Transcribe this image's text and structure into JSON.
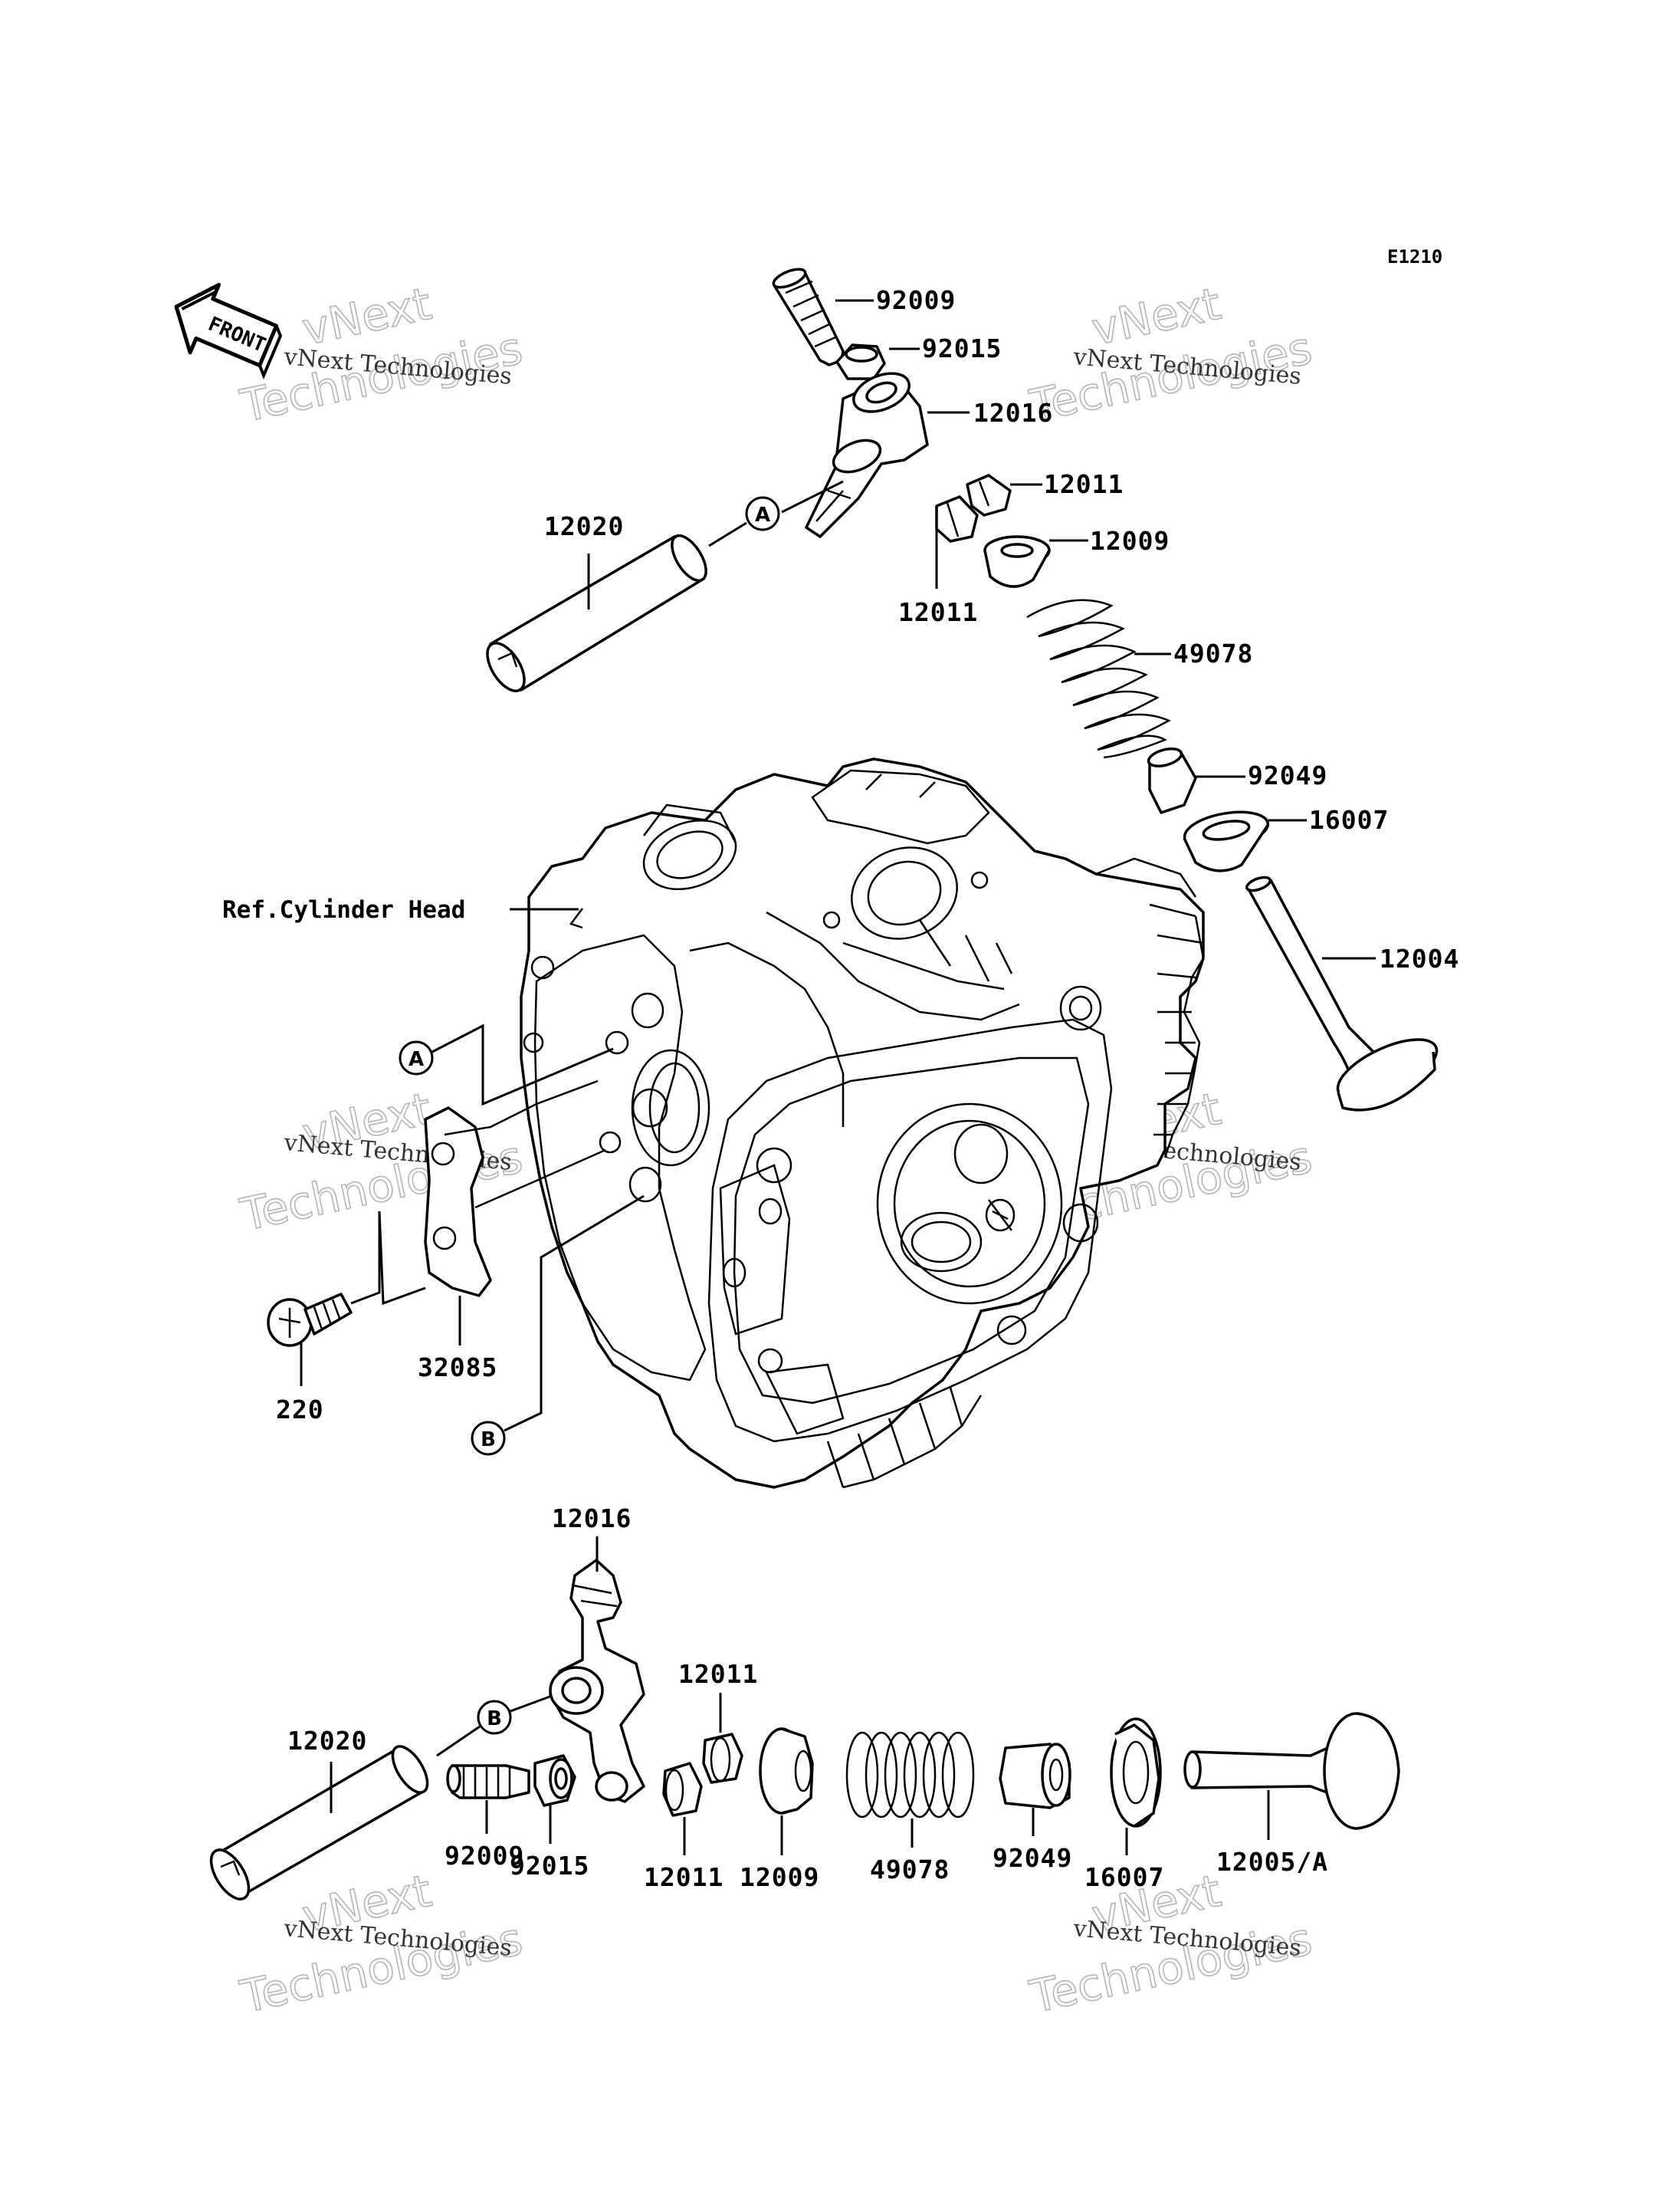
{
  "diagram_code": "E1210",
  "front_arrow_label": "FRONT",
  "reference_label": "Ref.Cylinder Head",
  "callouts": {
    "a": "A",
    "b": "B"
  },
  "part_labels": {
    "upper_adjust_screw": "92009",
    "upper_nut": "92015",
    "upper_rocker_arm": "12016",
    "upper_cotter_right": "12011",
    "upper_cotter_left": "12011",
    "upper_retainer": "12009",
    "upper_spring": "49078",
    "upper_shaft": "12020",
    "upper_seal": "92049",
    "upper_seat": "16007",
    "exhaust_valve": "12004",
    "plate": "32085",
    "screw": "220",
    "lower_rocker_arm": "12016",
    "lower_shaft": "12020",
    "lower_adjust_screw": "92009",
    "lower_nut": "92015",
    "lower_cotter_top": "12011",
    "lower_cotter_bottom": "12011",
    "lower_retainer": "12009",
    "lower_spring": "49078",
    "lower_seal": "92049",
    "lower_seat": "16007",
    "intake_valve": "12005/A"
  },
  "watermark": {
    "small": "vNext Technologies",
    "big_line1": "vNext",
    "big_line2": "Technologies"
  },
  "icons": [
    "front-arrow-icon",
    "callout-circle-icon"
  ]
}
